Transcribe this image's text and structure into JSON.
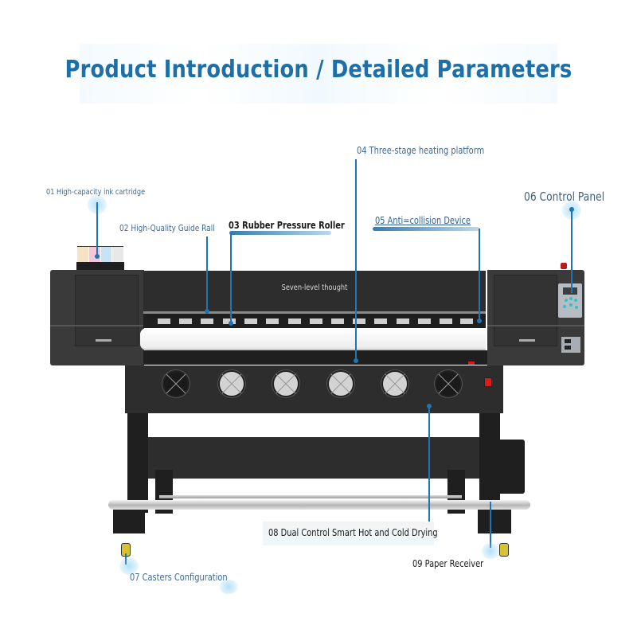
{
  "header": {
    "title": "Product Introduction / Detailed Parameters"
  },
  "printer": {
    "front_text": "Seven-level thought",
    "ink_colors": [
      "#f4e3c5",
      "#f2c9dc",
      "#c9e3f4",
      "#e8e8e8"
    ],
    "accent_red": "#d81b1b",
    "panel_key_color": "#30c0c8"
  },
  "callouts": [
    {
      "id": "01",
      "label": "01 High-capacity ink cartridge"
    },
    {
      "id": "02",
      "label": "02 High-Quality Guide Rall"
    },
    {
      "id": "03",
      "label": "03 Rubber Pressure Roller"
    },
    {
      "id": "04",
      "label": "04 Three-stage heating platform"
    },
    {
      "id": "05",
      "label": "05 Anti=collision Device"
    },
    {
      "id": "06",
      "label": "06 Control Panel"
    },
    {
      "id": "07",
      "label": "07 Casters Configuration"
    },
    {
      "id": "08",
      "label": "08 Dual Control Smart Hot and Cold Drying"
    },
    {
      "id": "09",
      "label": "09 Paper Receiver"
    }
  ],
  "colors": {
    "title": "#1c6fa8",
    "callout_line": "#1f74b3",
    "label_text": "#3e6a93"
  }
}
